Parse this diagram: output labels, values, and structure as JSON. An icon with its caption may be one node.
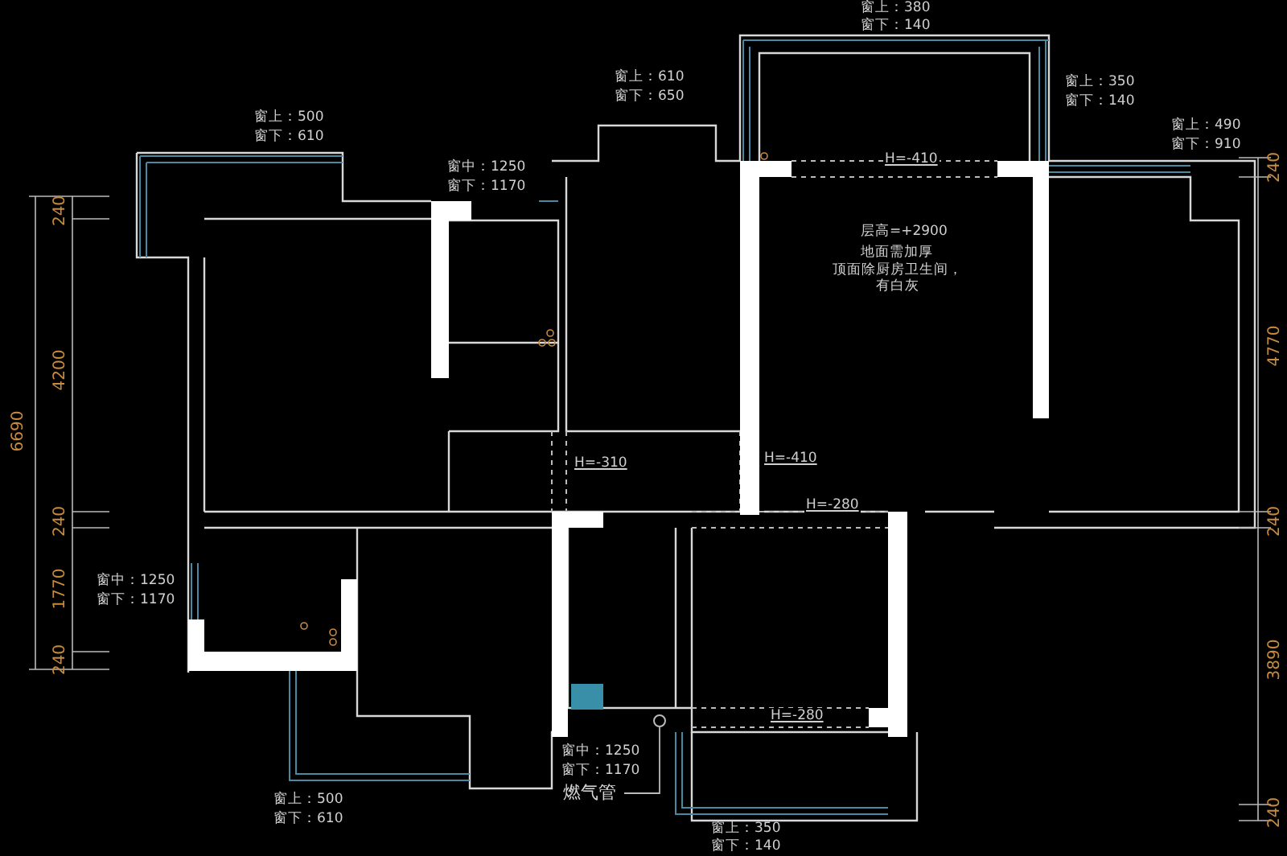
{
  "diagram": {
    "nodes": [
      {
        "text": [
          "燃气管"
        ]
      },
      {
        "text": [],
        "shape": "circle"
      }
    ],
    "edges": [
      {
        "from": 0,
        "to": 1,
        "arrow": "none"
      }
    ],
    "labels": [
      "窗上：380",
      "窗下：140",
      "窗上：610",
      "窗下：650",
      "窗上：350",
      "窗下：140",
      "窗上：500",
      "窗下：610",
      "窗上：490",
      "窗下：910",
      "窗中：1250",
      "窗下：1170",
      "H=-410",
      "240",
      "240",
      "层高=+2900",
      "地面需加厚",
      "顶面除厨房卫生间，有白灰",
      "4200",
      "6690",
      "4770",
      "H=-310",
      "H=-410",
      "H=-280",
      "240",
      "240",
      "1770",
      "窗中：1250",
      "窗下：1170",
      "240",
      "3890",
      "H=-280",
      "窗中：1250",
      "窗下：1170",
      "窗上：500",
      "窗下：610",
      "240",
      "窗上：350",
      "窗下：140"
    ]
  }
}
